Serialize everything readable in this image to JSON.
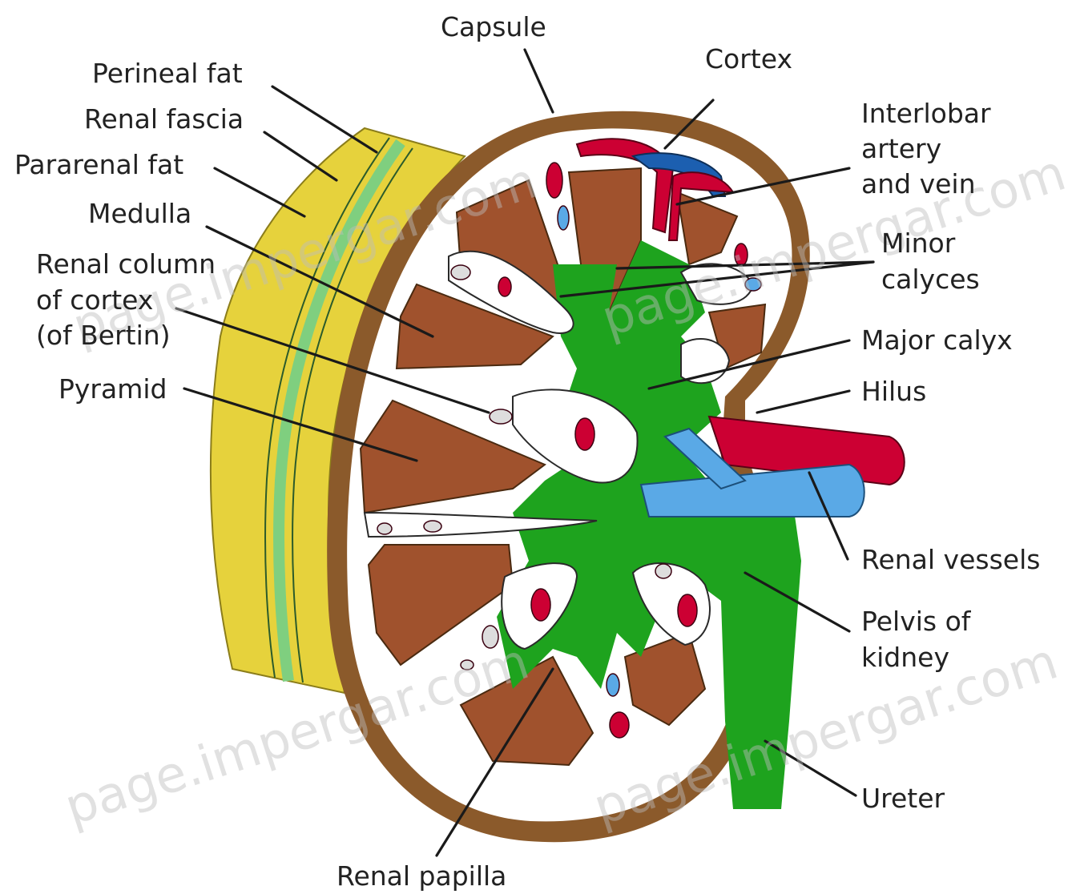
{
  "labels": {
    "capsule": "Capsule",
    "cortex": "Cortex",
    "perineal_fat": "Perineal fat",
    "renal_fascia": "Renal fascia",
    "pararenal_fat": "Pararenal fat",
    "medulla": "Medulla",
    "renal_column": [
      "Renal column",
      "of cortex",
      "(of Bertin)"
    ],
    "pyramid": "Pyramid",
    "interlobar": [
      "Interlobar",
      "artery",
      "and vein"
    ],
    "minor_calyces": [
      "Minor",
      "calyces"
    ],
    "major_calyx": "Major calyx",
    "hilus": "Hilus",
    "renal_vessels": "Renal vessels",
    "pelvis": [
      "Pelvis of",
      "kidney"
    ],
    "ureter": "Ureter",
    "renal_papilla": "Renal papilla"
  },
  "watermarks": [
    "page.impergar.com",
    "page.impergar.com",
    "page.impergar.com",
    "page.impergar.com"
  ],
  "colors": {
    "capsule": "#8b5a2b",
    "fat": "#e6d23c",
    "fascia": "#7fcf7f",
    "pyramid": "#a0522d",
    "pelvis": "#1ea31e",
    "artery": "#cc0033",
    "vein": "#5aa9e6",
    "background": "#ffffff"
  }
}
